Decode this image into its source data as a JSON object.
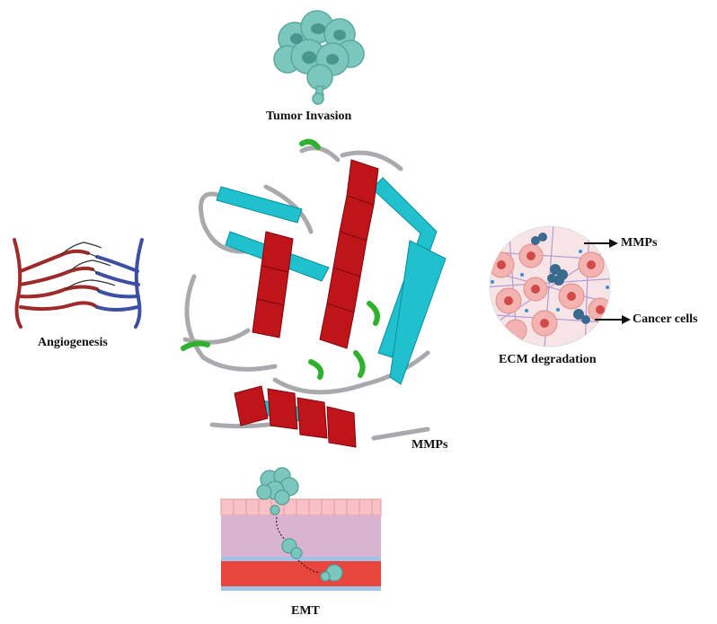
{
  "labels": {
    "tumor_invasion": "Tumor Invasion",
    "angiogenesis": "Angiogenesis",
    "ecm_degradation": "ECM degradation",
    "mmps_callout": "MMPs",
    "cancer_cells_callout": "Cancer cells",
    "mmps_protein": "MMPs",
    "emt": "EMT"
  },
  "colors": {
    "tumor_teal": "#5fb8ac",
    "tumor_dark": "#3e8f86",
    "helix_red": "#c0141b",
    "sheet_cyan": "#1fc1cf",
    "coil_grey": "#a8aaad",
    "turn_green": "#2fb12f",
    "artery_red": "#9e2a2a",
    "vein_blue": "#3d4fa3",
    "ecm_cell_pink": "#f3b3b0",
    "epithelium_pink": "#f7c2c6",
    "stroma_mauve": "#d9b3cf",
    "vessel_red": "#e8453c"
  },
  "icons": [
    "tumor-cluster-icon",
    "vasculature-icon",
    "ecm-tissue-icon",
    "protein-ribbon-icon",
    "emt-tissue-icon"
  ]
}
